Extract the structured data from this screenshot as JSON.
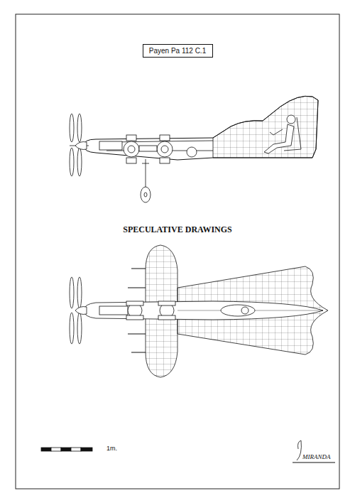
{
  "diagram": {
    "nodes": [
      {
        "text": [
          "Payen Pa 112 C.1"
        ]
      }
    ],
    "labels": [
      "SPECULATIVE DRAWINGS",
      "1m.",
      "MIRANDA"
    ]
  }
}
